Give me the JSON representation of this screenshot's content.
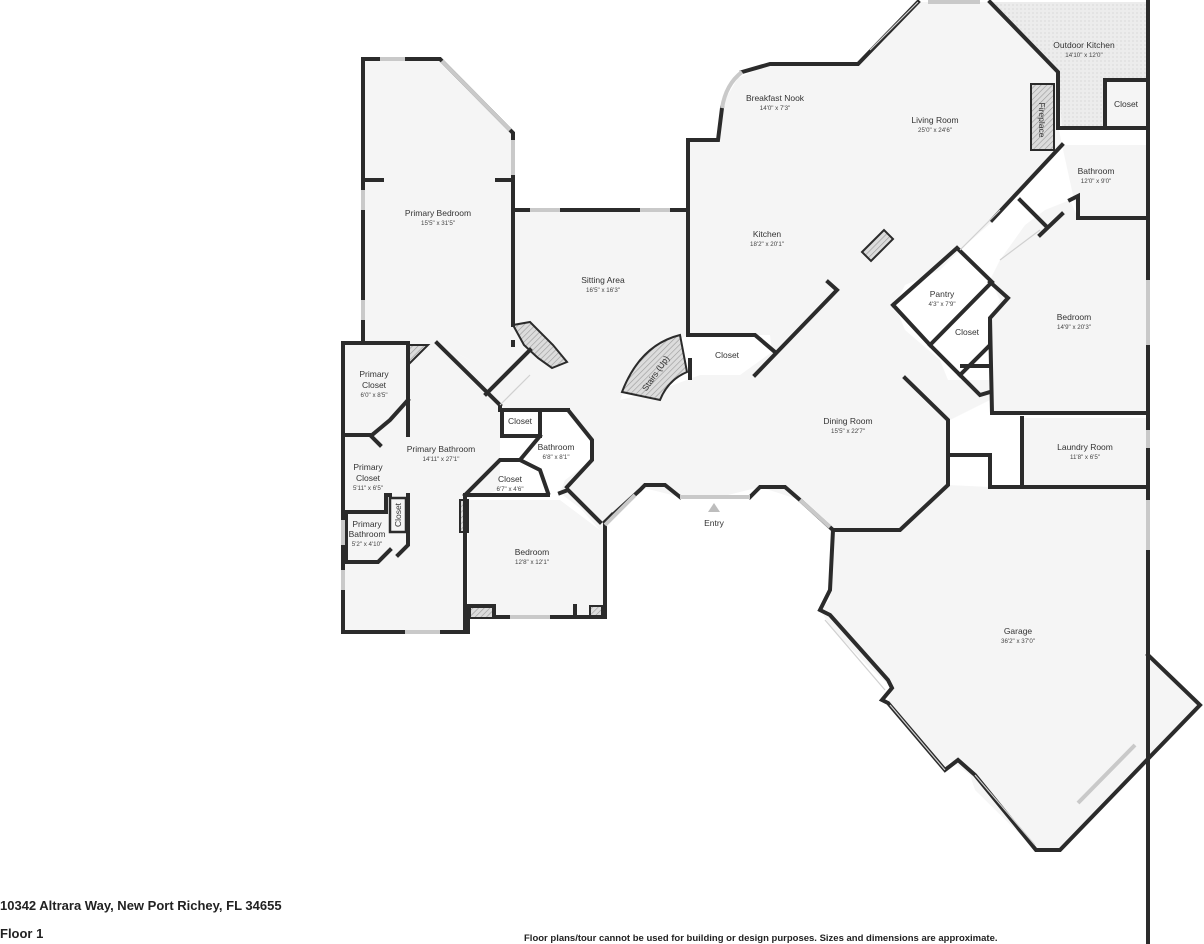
{
  "address": "10342 Altrara Way, New Port Richey, FL 34655",
  "floor_label": "Floor 1",
  "disclaimer": "Floor plans/tour cannot be used for building or design purposes. Sizes and dimensions are approximate.",
  "entry_label": "Entry",
  "rooms": {
    "outdoor_kitchen": {
      "name": "Outdoor Kitchen",
      "dim": "14'10\" x 12'0\""
    },
    "closet_outdoor": {
      "name": "Closet"
    },
    "fireplace": {
      "name": "Fireplace"
    },
    "breakfast_nook": {
      "name": "Breakfast Nook",
      "dim": "14'0\" x 7'3\""
    },
    "living_room": {
      "name": "Living Room",
      "dim": "25'0\" x 24'6\""
    },
    "bathroom_east": {
      "name": "Bathroom",
      "dim": "12'0\" x 9'0\""
    },
    "primary_bedroom": {
      "name": "Primary Bedroom",
      "dim": "15'5\" x 31'5\""
    },
    "kitchen": {
      "name": "Kitchen",
      "dim": "18'2\" x 20'1\""
    },
    "sitting_area": {
      "name": "Sitting Area",
      "dim": "16'5\" x 16'3\""
    },
    "pantry": {
      "name": "Pantry",
      "dim": "4'3\" x 7'9\""
    },
    "bedroom_east": {
      "name": "Bedroom",
      "dim": "14'9\" x 20'3\""
    },
    "closet_pantry": {
      "name": "Closet"
    },
    "closet_kitchen": {
      "name": "Closet"
    },
    "stairs": {
      "name": "Stairs (Up)"
    },
    "primary_closet_1": {
      "name": "Primary Closet",
      "dim": "6'0\" x 8'5\""
    },
    "closet_small": {
      "name": "Closet"
    },
    "bathroom_mid": {
      "name": "Bathroom",
      "dim": "6'8\" x 8'1\""
    },
    "dining_room": {
      "name": "Dining Room",
      "dim": "15'5\" x 22'7\""
    },
    "laundry_room": {
      "name": "Laundry Room",
      "dim": "11'8\" x 6'5\""
    },
    "primary_bathroom": {
      "name": "Primary Bathroom",
      "dim": "14'11\" x 27'1\""
    },
    "primary_closet_2": {
      "name": "Primary Closet",
      "dim": "5'11\" x 6'5\""
    },
    "closet_mid": {
      "name": "Closet",
      "dim": "6'7\" x 4'6\""
    },
    "closet_vertical": {
      "name": "Closet"
    },
    "primary_bathroom_2": {
      "name": "Primary Bathroom",
      "dim": "5'2\" x 4'10\""
    },
    "bedroom_south": {
      "name": "Bedroom",
      "dim": "12'8\" x 12'1\""
    },
    "garage": {
      "name": "Garage",
      "dim": "36'2\" x 37'0\""
    }
  }
}
